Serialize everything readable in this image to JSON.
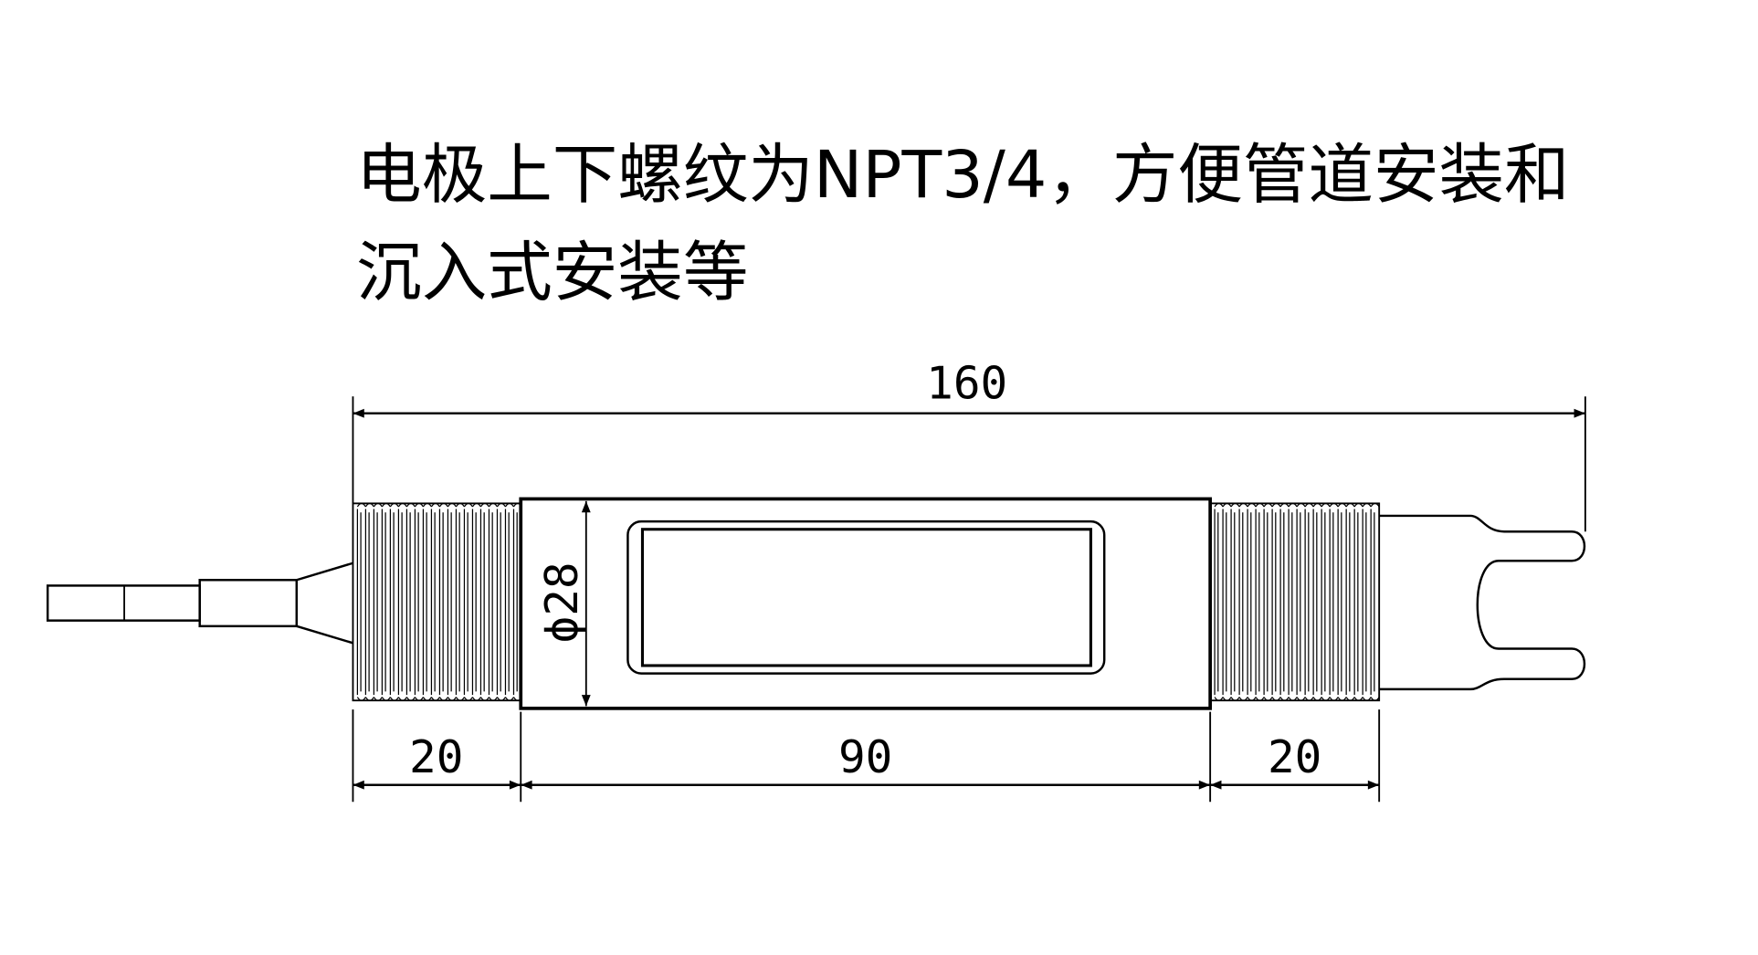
{
  "title": {
    "line1": "电极上下螺纹为NPT3/4，方便管道安装和",
    "line2": "沉入式安装等"
  },
  "dimensions": {
    "total_length": "160",
    "left_thread": "20",
    "body": "90",
    "right_thread": "20",
    "diameter": "ϕ28"
  },
  "colors": {
    "line": "#000000",
    "background": "#ffffff"
  }
}
